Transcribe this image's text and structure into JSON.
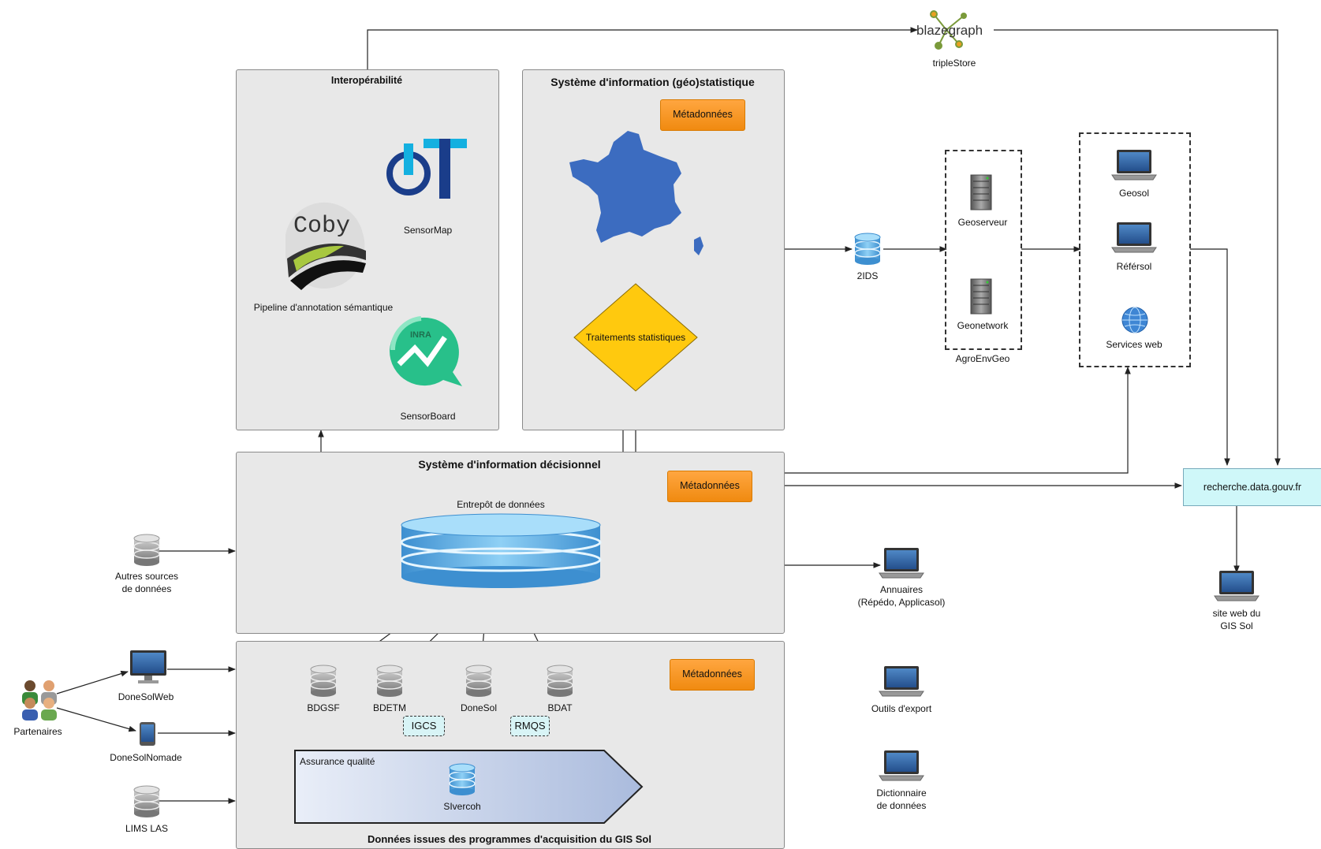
{
  "panels": {
    "interop": "Interopérabilité",
    "sig": "Système d'information (géo)statistique",
    "sid": "Système d'information décisionnel",
    "donnees": "Données issues des programmes d'acquisition du GIS Sol"
  },
  "metadata_label": "Métadonnées",
  "triplestore": {
    "logo_text": "blazegraph",
    "label": "tripleStore"
  },
  "interop_items": {
    "coby_logo": "Coby",
    "pipeline": "Pipeline d'annotation sémantique",
    "sensormap": "SensorMap",
    "sensorboard": "SensorBoard",
    "inra": "INRA"
  },
  "sig_items": {
    "traitements": "Traitements statistiques"
  },
  "sid_items": {
    "entrepot": "Entrepôt de données"
  },
  "sources": {
    "bdgsf": "BDGSF",
    "bdetm": "BDETM",
    "donesol": "DoneSol",
    "bdat": "BDAT",
    "igcs": "IGCS",
    "rmqs": "RMQS"
  },
  "qualite": {
    "title": "Assurance qualité",
    "item": "SIvercoh"
  },
  "left": {
    "autres_1": "Autres sources",
    "autres_2": "de données",
    "partenaires": "Partenaires",
    "donesolweb": "DoneSolWeb",
    "donesolnomade": "DoneSolNomade",
    "lims": "LIMS LAS"
  },
  "right": {
    "ids": "2IDS",
    "geoserveur": "Geoserveur",
    "geonetwork": "Geonetwork",
    "agroenvgeo": "AgroEnvGeo",
    "geosol": "Geosol",
    "refersol": "Référsol",
    "services": "Services web",
    "recherche": "recherche.data.gouv.fr",
    "site_1": "site web du",
    "site_2": "GIS Sol",
    "annuaires_1": "Annuaires",
    "annuaires_2": "(Répédo, Applicasol)",
    "outils": "Outils d'export",
    "dico_1": "Dictionnaire",
    "dico_2": "de données"
  },
  "colors": {
    "panel": "#e8e8e8",
    "metadata": "#f7931e",
    "decision": "#ffc90e",
    "france": "#3c6cc0",
    "db_blue": "#5aaee0",
    "recherche_bg": "#cff7f9"
  }
}
